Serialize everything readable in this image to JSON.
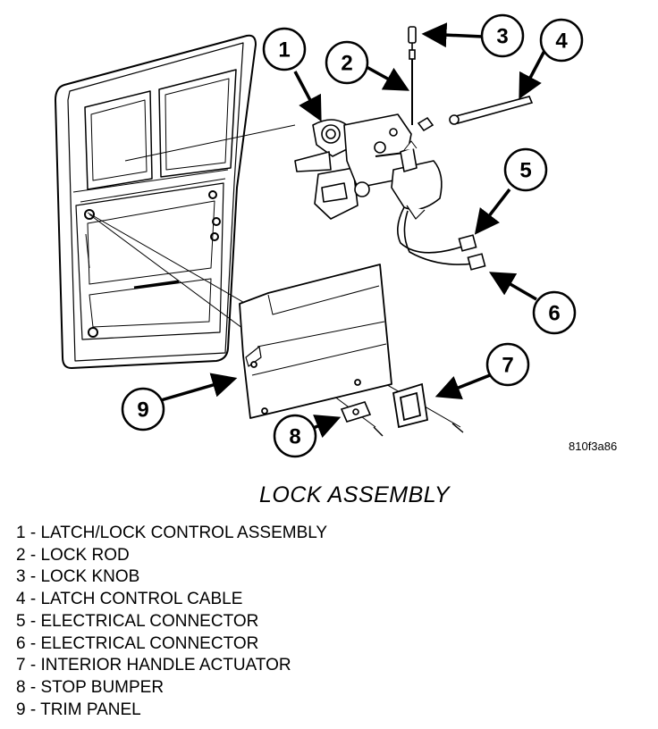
{
  "callouts": [
    "1",
    "2",
    "3",
    "4",
    "5",
    "6",
    "7",
    "8",
    "9"
  ],
  "reference_code": "810f3a86",
  "title": "LOCK ASSEMBLY",
  "legend": [
    "1 - LATCH/LOCK CONTROL ASSEMBLY",
    "2 - LOCK ROD",
    "3 - LOCK KNOB",
    "4 - LATCH CONTROL CABLE",
    "5 - ELECTRICAL CONNECTOR",
    "6 - ELECTRICAL CONNECTOR",
    "7 - INTERIOR HANDLE ACTUATOR",
    "8 - STOP BUMPER",
    "9 - TRIM PANEL"
  ]
}
